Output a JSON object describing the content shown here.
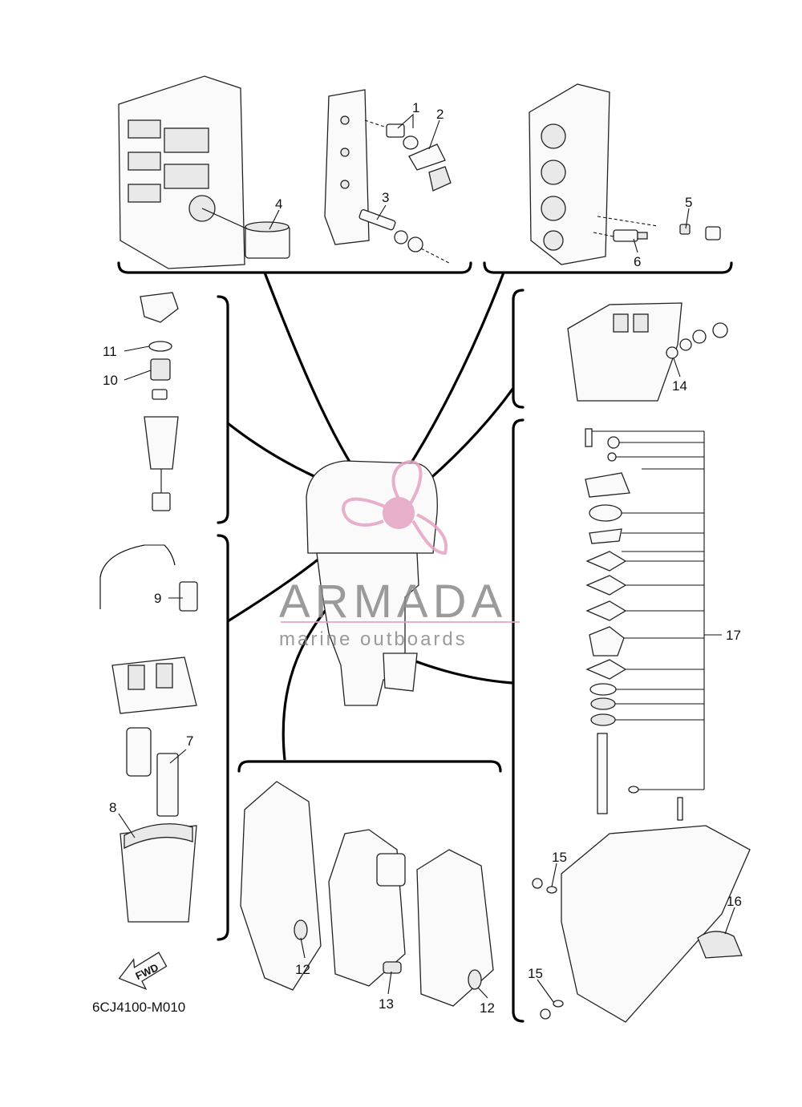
{
  "diagram": {
    "reference_code": "6CJ4100-M010",
    "direction_arrow": "FWD",
    "callouts": [
      {
        "id": "c1",
        "label": "1"
      },
      {
        "id": "c2",
        "label": "2"
      },
      {
        "id": "c3",
        "label": "3"
      },
      {
        "id": "c4",
        "label": "4"
      },
      {
        "id": "c5",
        "label": "5"
      },
      {
        "id": "c6",
        "label": "6"
      },
      {
        "id": "c7",
        "label": "7"
      },
      {
        "id": "c8",
        "label": "8"
      },
      {
        "id": "c9",
        "label": "9"
      },
      {
        "id": "c10",
        "label": "10"
      },
      {
        "id": "c11",
        "label": "11"
      },
      {
        "id": "c12a",
        "label": "12"
      },
      {
        "id": "c12b",
        "label": "12"
      },
      {
        "id": "c13",
        "label": "13"
      },
      {
        "id": "c14",
        "label": "14"
      },
      {
        "id": "c15a",
        "label": "15"
      },
      {
        "id": "c15b",
        "label": "15"
      },
      {
        "id": "c16",
        "label": "16"
      },
      {
        "id": "c17",
        "label": "17"
      }
    ]
  },
  "watermark": {
    "brand": "ARMADA",
    "tagline": "marine outboards",
    "logo_color": "#e5a3c3",
    "text_color": "#8a8a8a"
  }
}
